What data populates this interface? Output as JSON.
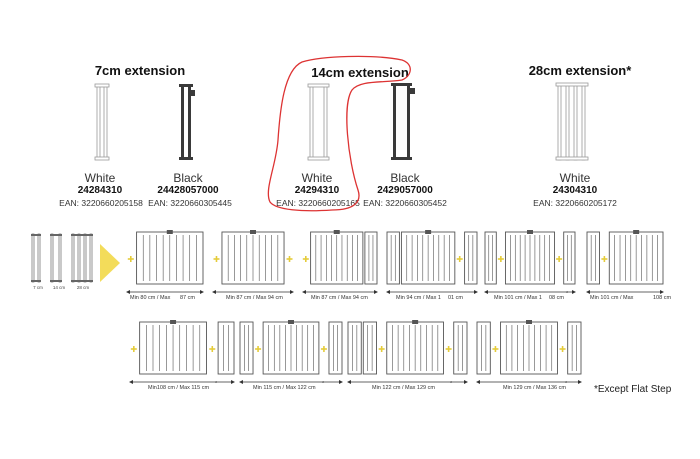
{
  "colors": {
    "arrow": "#f3dc5a",
    "plus": "#e5cc3a",
    "annotation": "#d33",
    "frame": "#555555",
    "black_ext": "#3a3a3a"
  },
  "extensions": [
    {
      "title": "7cm extension",
      "variants": [
        {
          "color": "White",
          "sku": "24284310",
          "ean": "EAN: 3220660205158"
        },
        {
          "color": "Black",
          "sku": "24428057000",
          "ean": "EAN: 3220660305445"
        }
      ]
    },
    {
      "title": "14cm extension",
      "variants": [
        {
          "color": "White",
          "sku": "24294310",
          "ean": "EAN: 3220660205165"
        },
        {
          "color": "Black",
          "sku": "2429057000",
          "ean": "EAN: 3220660305452"
        }
      ]
    },
    {
      "title": "28cm extension*",
      "variants": [
        {
          "color": "White",
          "sku": "24304310",
          "ean": "EAN: 3220660205172"
        }
      ]
    }
  ],
  "legend_labels": [
    "7 cm",
    "14 cm",
    "28 cm"
  ],
  "row1_captions": [
    "Min 80 cm / Max",
    "87 cm",
    "Min  87 cm / Max 94 cm",
    "Min  87 cm / Max 94 cm",
    "Min 94 cm / Max 1",
    "01 cm",
    "Min 101 cm / Max 1",
    "08 cm",
    "*",
    "Min 101 cm / Max",
    "108 cm"
  ],
  "row2_captions": [
    "Min108 cm / Max 115 cm",
    "*",
    "Min 115 cm / Max 122 cm",
    "*",
    "Min 122 cm / Max 129 cm",
    "*",
    "Min 129 cm / Max 136 cm",
    "*"
  ],
  "footnote": "*Except Flat Step"
}
